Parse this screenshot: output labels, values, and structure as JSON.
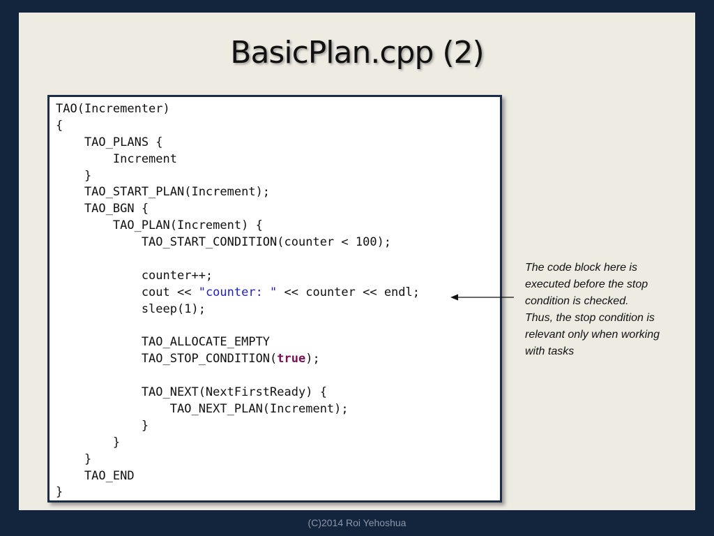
{
  "slide": {
    "title": "BasicPlan.cpp (2)",
    "footer": "(C)2014 Roi Yehoshua"
  },
  "code": {
    "lines": [
      [
        {
          "text": "TAO(Incrementer)",
          "style": "plain"
        }
      ],
      [
        {
          "text": "{",
          "style": "plain"
        }
      ],
      [
        {
          "text": "    TAO_PLANS {",
          "style": "plain"
        }
      ],
      [
        {
          "text": "        Increment",
          "style": "plain"
        }
      ],
      [
        {
          "text": "    }",
          "style": "plain"
        }
      ],
      [
        {
          "text": "    TAO_START_PLAN(Increment);",
          "style": "plain"
        }
      ],
      [
        {
          "text": "    TAO_BGN {",
          "style": "plain"
        }
      ],
      [
        {
          "text": "        TAO_PLAN(Increment) {",
          "style": "plain"
        }
      ],
      [
        {
          "text": "            TAO_START_CONDITION(counter < 100);",
          "style": "plain"
        }
      ],
      [],
      [
        {
          "text": "            counter++;",
          "style": "plain"
        }
      ],
      [
        {
          "text": "            cout << ",
          "style": "plain"
        },
        {
          "text": "\"counter: \"",
          "style": "string"
        },
        {
          "text": " << counter << endl;",
          "style": "plain"
        }
      ],
      [
        {
          "text": "            sleep(1);",
          "style": "plain"
        }
      ],
      [],
      [
        {
          "text": "            TAO_ALLOCATE_EMPTY",
          "style": "plain"
        }
      ],
      [
        {
          "text": "            TAO_STOP_CONDITION(",
          "style": "plain"
        },
        {
          "text": "true",
          "style": "keyword"
        },
        {
          "text": ");",
          "style": "plain"
        }
      ],
      [],
      [
        {
          "text": "            TAO_NEXT(NextFirstReady) {",
          "style": "plain"
        }
      ],
      [
        {
          "text": "                TAO_NEXT_PLAN(Increment);",
          "style": "plain"
        }
      ],
      [
        {
          "text": "            }",
          "style": "plain"
        }
      ],
      [
        {
          "text": "        }",
          "style": "plain"
        }
      ],
      [
        {
          "text": "    }",
          "style": "plain"
        }
      ],
      [
        {
          "text": "    TAO_END",
          "style": "plain"
        }
      ],
      [
        {
          "text": "}",
          "style": "plain"
        }
      ]
    ]
  },
  "annotation": {
    "lines": [
      "The code block here is",
      "executed before the stop",
      "condition is checked.",
      "Thus, the stop condition is",
      "relevant only when working",
      "with tasks"
    ]
  },
  "colors": {
    "frame": "#13243d",
    "slide_background": "#eeebe3",
    "code_border": "#1b2c47",
    "string": "#1f1fbf",
    "keyword": "#7a1050"
  },
  "icons": {
    "pointer": "left-arrow-icon"
  }
}
